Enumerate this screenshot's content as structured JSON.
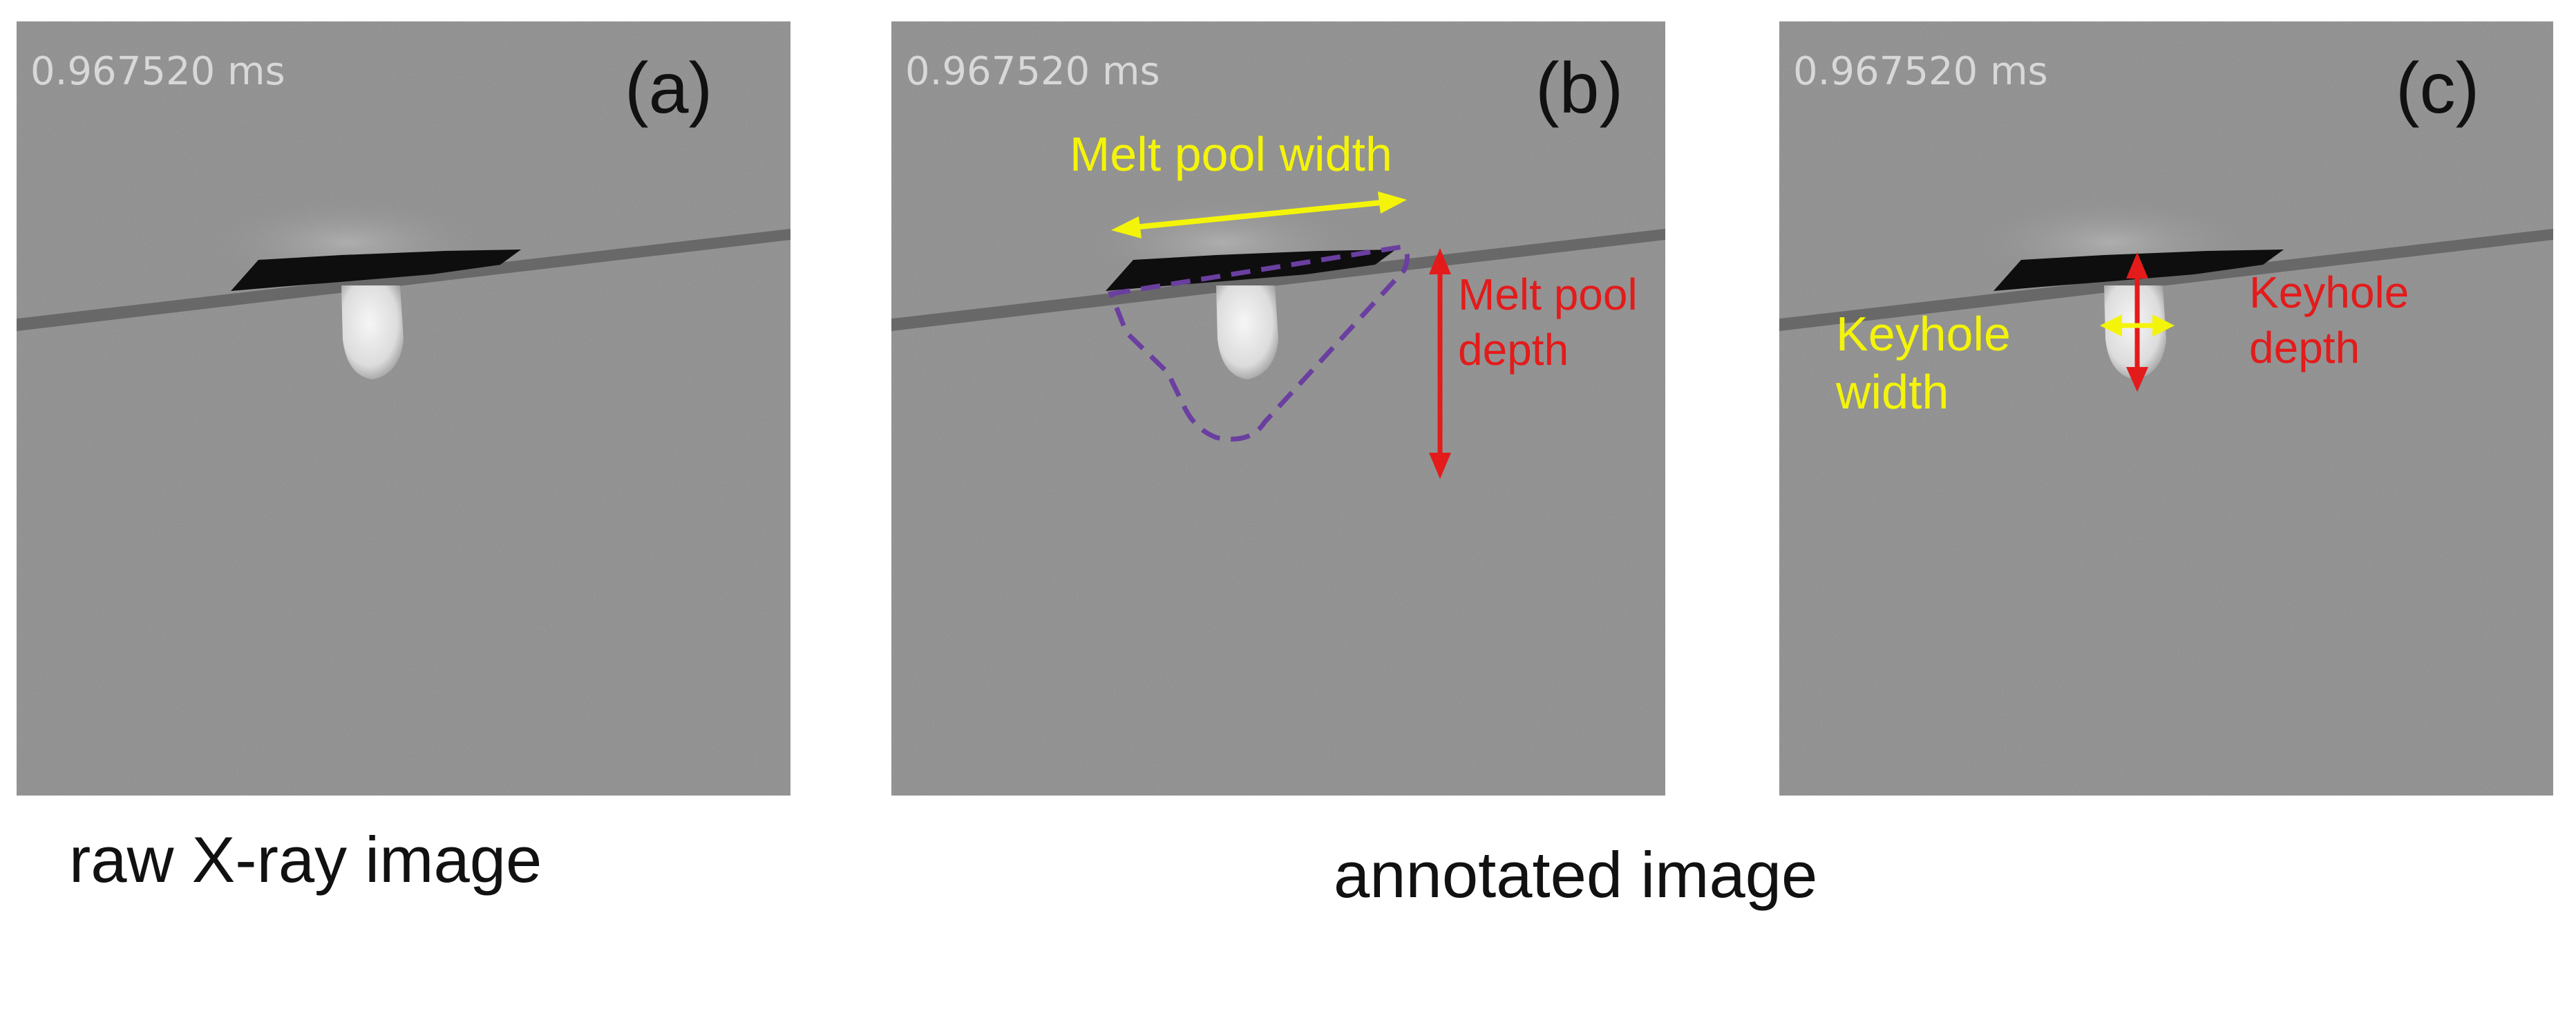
{
  "panels": [
    {
      "id": "a",
      "timestamp": "0.967520 ms",
      "letter": "(a)"
    },
    {
      "id": "b",
      "timestamp": "0.967520 ms",
      "letter": "(b)",
      "annotations": {
        "melt_pool_width": "Melt pool width",
        "melt_pool_depth": "Melt pool\ndepth"
      }
    },
    {
      "id": "c",
      "timestamp": "0.967520 ms",
      "letter": "(c)",
      "annotations": {
        "keyhole_width": "Keyhole\nwidth",
        "keyhole_depth": "Keyhole\ndepth"
      }
    }
  ],
  "captions": {
    "raw": "raw X-ray image",
    "annotated": "annotated image"
  },
  "colors": {
    "width_annotation": "#f4f40a",
    "depth_annotation": "#e31b1b",
    "melt_pool_boundary": "#6a3fa0",
    "xray_background": "#8c8c8c"
  }
}
